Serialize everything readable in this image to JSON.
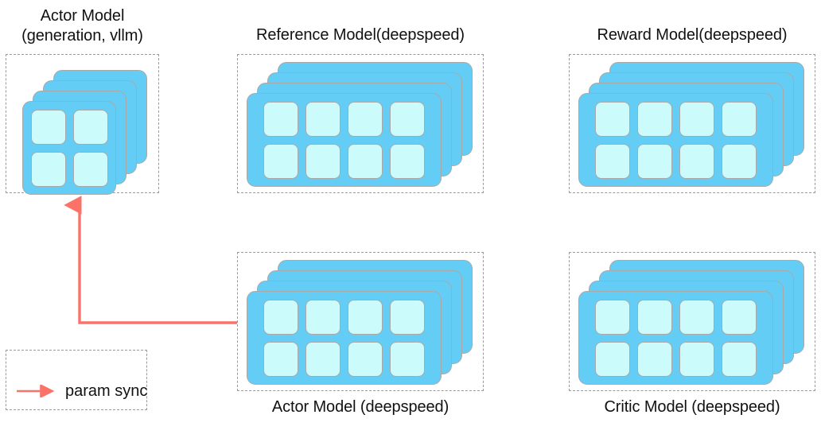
{
  "diagram": {
    "title": "RLHF model placement diagram",
    "colors": {
      "card_blue": "#63cdf6",
      "cell_cyan": "#ccfbfb",
      "card_border_gray": "#a9a9a9",
      "dashed_border_gray": "#9a9a9a",
      "arrow_red": "#fa7268",
      "text_black": "#111111",
      "background": "#ffffff"
    },
    "groups": [
      {
        "id": "actor-vllm",
        "label": "Actor Model\n(generation, vllm)",
        "label_position": "top",
        "grid_columns": 2,
        "grid_rows": 2,
        "cell_count": 4,
        "stack_layers": 4
      },
      {
        "id": "reference",
        "label": "Reference Model(deepspeed)",
        "label_position": "top",
        "grid_columns": 4,
        "grid_rows": 2,
        "cell_count": 8,
        "stack_layers": 4
      },
      {
        "id": "reward",
        "label": "Reward Model(deepspeed)",
        "label_position": "top",
        "grid_columns": 4,
        "grid_rows": 2,
        "cell_count": 8,
        "stack_layers": 4
      },
      {
        "id": "actor-deepspeed",
        "label": "Actor Model (deepspeed)",
        "label_position": "bottom",
        "grid_columns": 4,
        "grid_rows": 2,
        "cell_count": 8,
        "stack_layers": 4
      },
      {
        "id": "critic",
        "label": "Critic Model (deepspeed)",
        "label_position": "bottom",
        "grid_columns": 4,
        "grid_rows": 2,
        "cell_count": 8,
        "stack_layers": 4
      }
    ],
    "connector": {
      "id": "param-sync-connector",
      "from": "actor-deepspeed",
      "to": "actor-vllm",
      "style": "elbow-arrow",
      "color": "#fa7268"
    },
    "legend": {
      "items": [
        {
          "id": "param-sync",
          "label": "param sync",
          "marker": "arrow-right-icon",
          "color": "#fa7268"
        }
      ]
    }
  }
}
